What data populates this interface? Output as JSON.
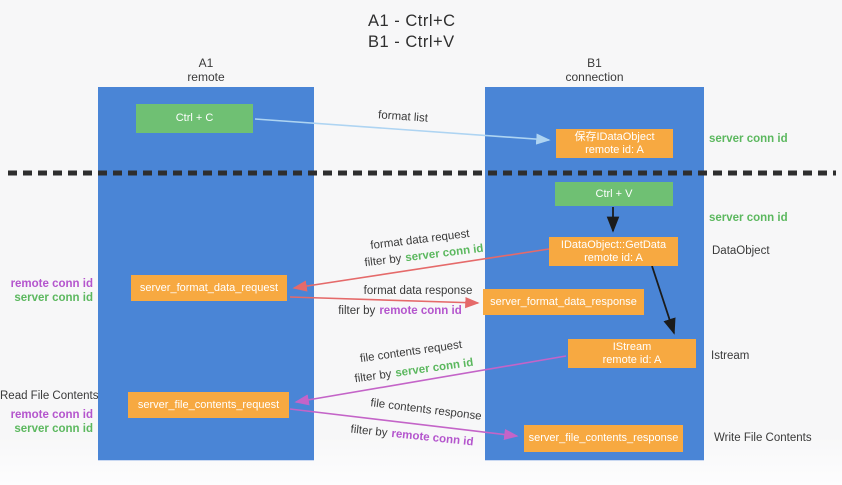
{
  "title": {
    "line1": "A1 - Ctrl+C",
    "line2": "B1 - Ctrl+V"
  },
  "lifelines": {
    "a1": {
      "name": "A1",
      "subtitle": "remote"
    },
    "b1": {
      "name": "B1",
      "subtitle": "connection"
    }
  },
  "nodes": {
    "ctrl_c": {
      "label": "Ctrl + C"
    },
    "save_idataobject": {
      "line1": "保存IDataObject",
      "line2": "remote id: A"
    },
    "ctrl_v": {
      "label": "Ctrl + V"
    },
    "getdata": {
      "line1": "IDataObject::GetData",
      "line2": "remote id: A"
    },
    "server_format_data_request": {
      "label": "server_format_data_request"
    },
    "server_format_data_response": {
      "label": "server_format_data_response"
    },
    "istream": {
      "line1": "IStream",
      "line2": "remote id: A"
    },
    "server_file_contents_request": {
      "label": "server_file_contents_request"
    },
    "server_file_contents_response": {
      "label": "server_file_contents_response"
    }
  },
  "flow_labels": {
    "format_list": "format list",
    "format_data_request": "format data request",
    "format_data_response": "format data response",
    "file_contents_request": "file contents request",
    "file_contents_response": "file contents response",
    "filter_by": "filter by",
    "server_conn_id": "server conn id",
    "remote_conn_id": "remote conn id"
  },
  "side_labels": {
    "server_conn_id": "server conn id",
    "remote_conn_id": "remote conn id",
    "dataobject": "DataObject",
    "istream": "Istream",
    "read_file_contents": "Read File Contents",
    "write_file_contents": "Write File Contents"
  },
  "colors": {
    "lifeline_blue": "#4a85d6",
    "node_green": "#6fc073",
    "node_orange": "#f7a941",
    "arrow_lightblue": "#aed4f2",
    "arrow_black": "#1b1b1b",
    "arrow_red": "#e56a6a",
    "arrow_magenta": "#c464c8",
    "label_green": "#5cb85f",
    "label_purple": "#b455cd",
    "dotted_line": "#2e2e2e",
    "text_dark": "#3a3a3a"
  }
}
